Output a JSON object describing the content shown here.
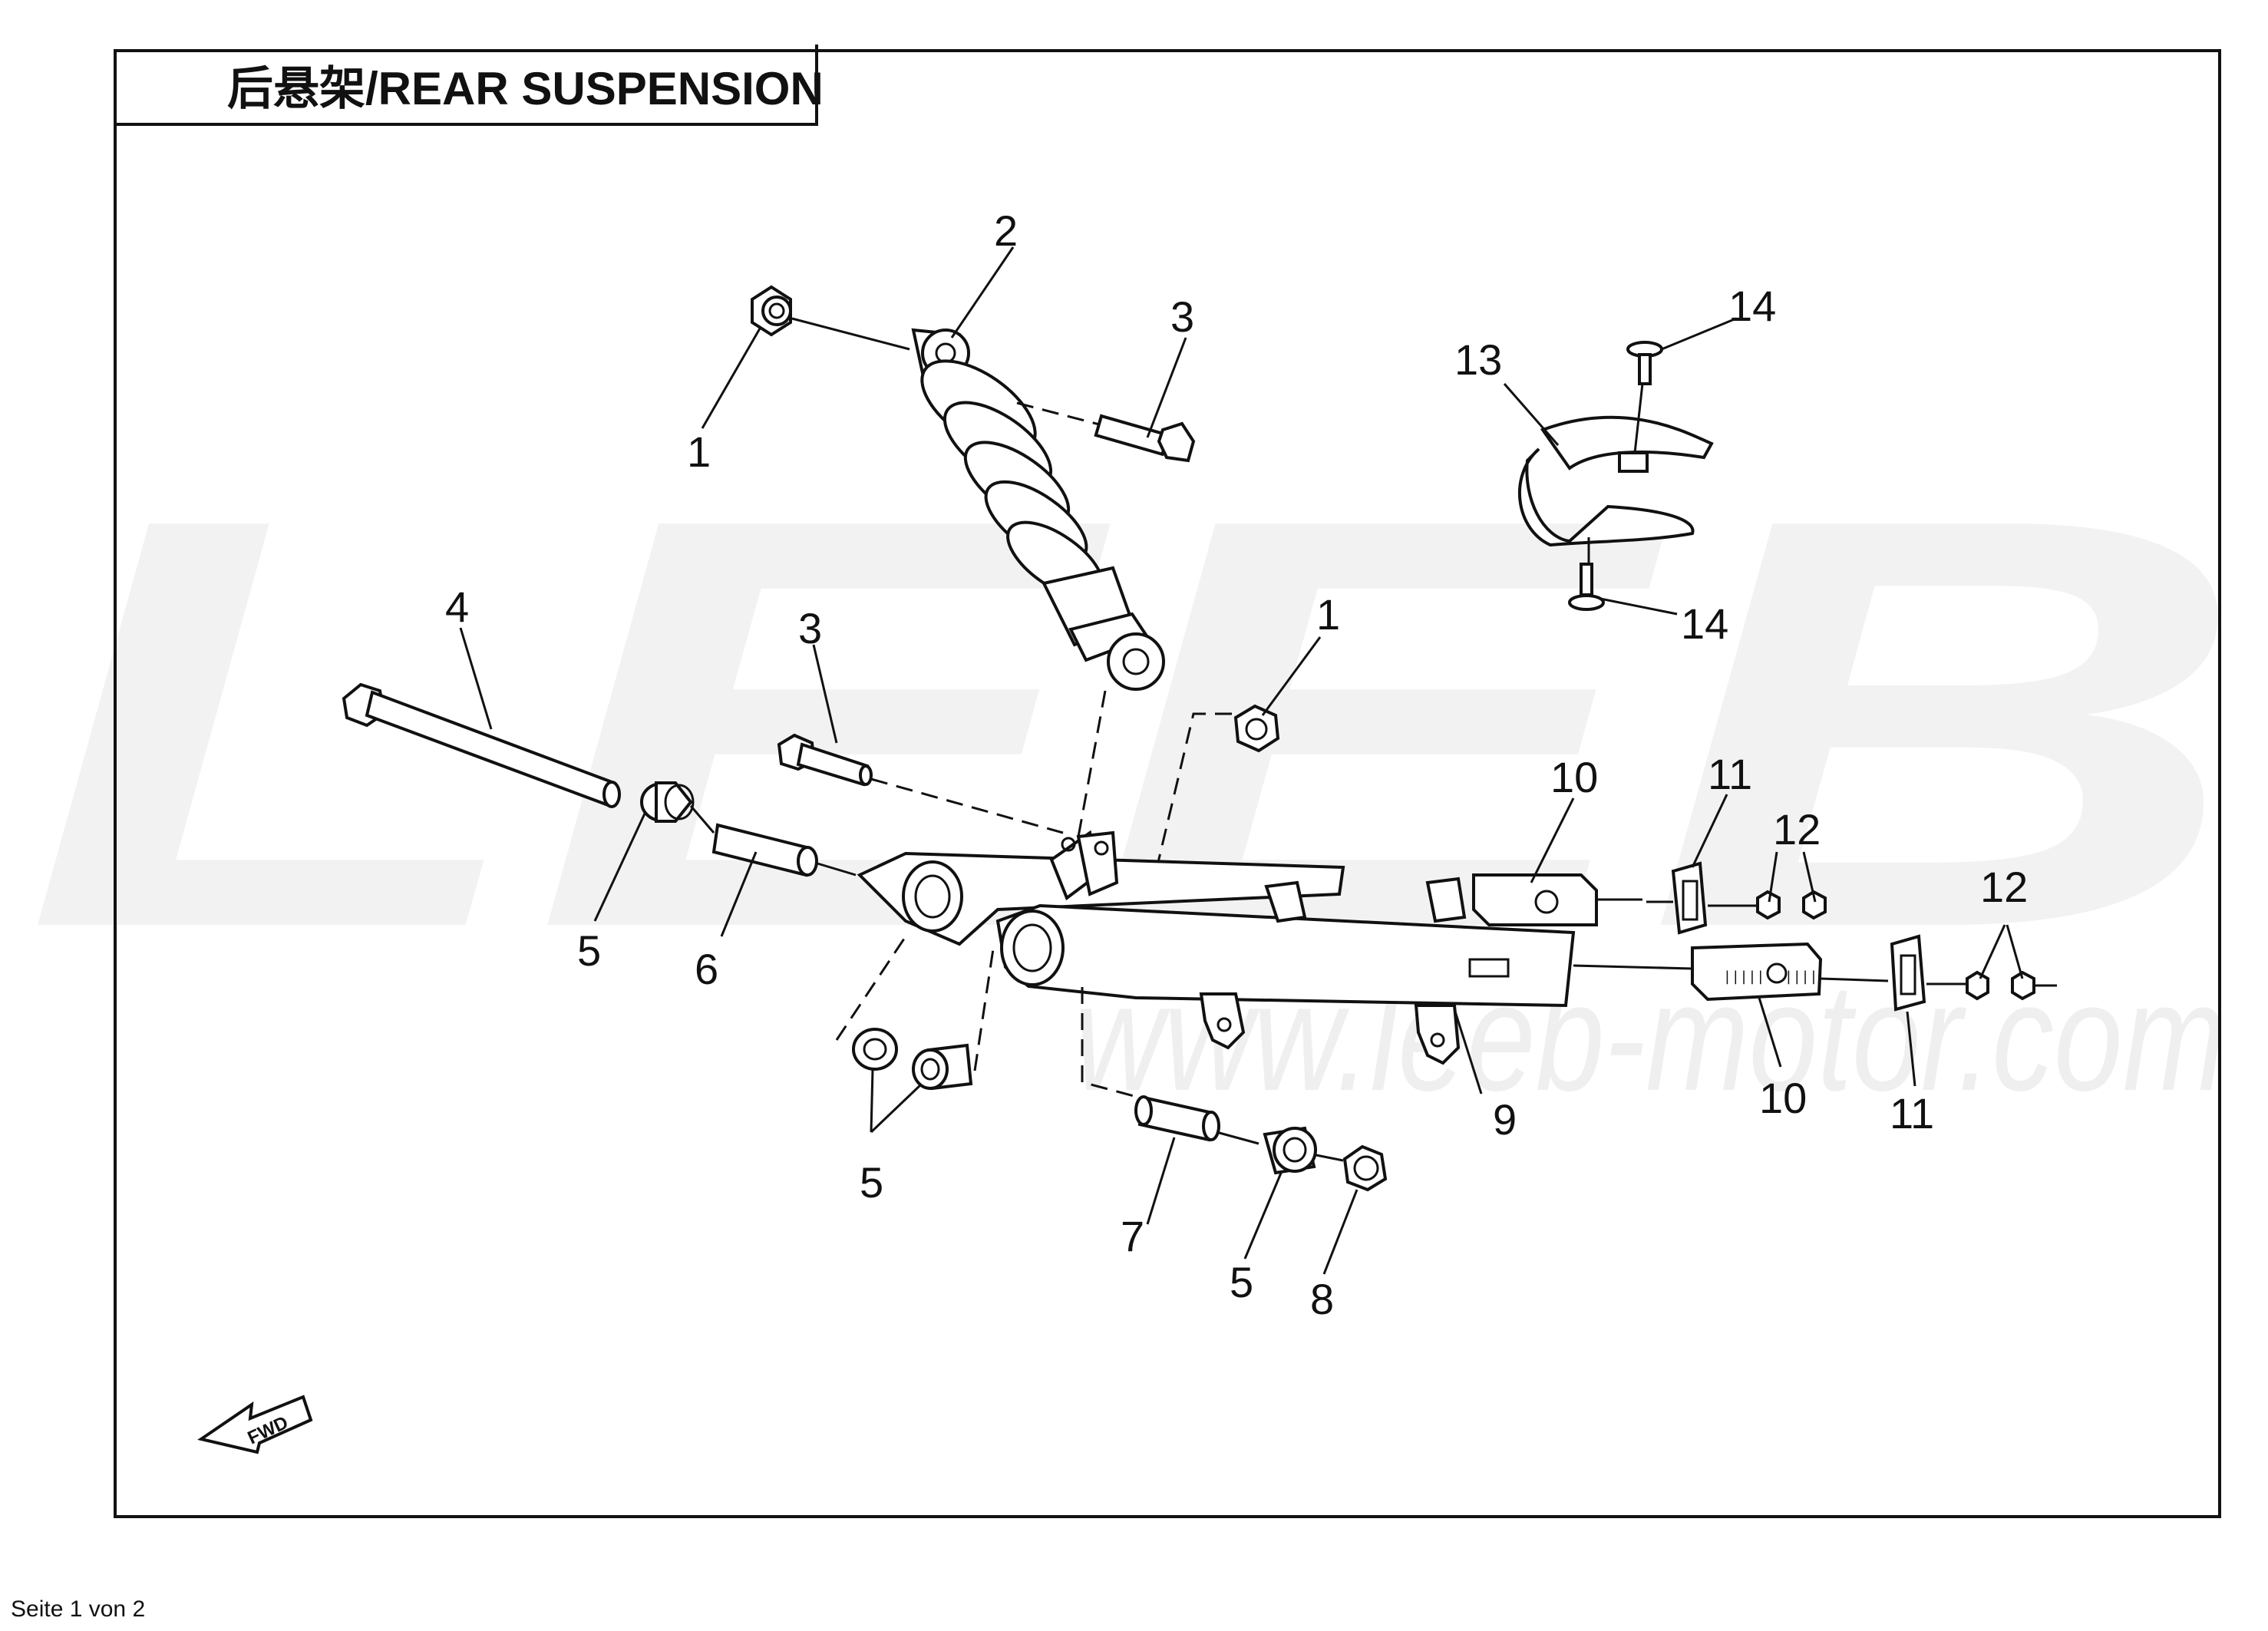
{
  "title": "后悬架/REAR SUSPENSION",
  "watermark": {
    "logo": "LEEB",
    "url": "www.leeb-motor.com"
  },
  "direction_marker": "FWD",
  "footer": "Seite 1 von 2",
  "callouts": [
    "1",
    "2",
    "3",
    "4",
    "3",
    "1",
    "14",
    "13",
    "14",
    "10",
    "11",
    "12",
    "12",
    "5",
    "6",
    "5",
    "9",
    "10",
    "11",
    "7",
    "5",
    "8"
  ],
  "colors": {
    "line": "#111111",
    "watermark": "#f0f1f0",
    "background": "#ffffff"
  }
}
